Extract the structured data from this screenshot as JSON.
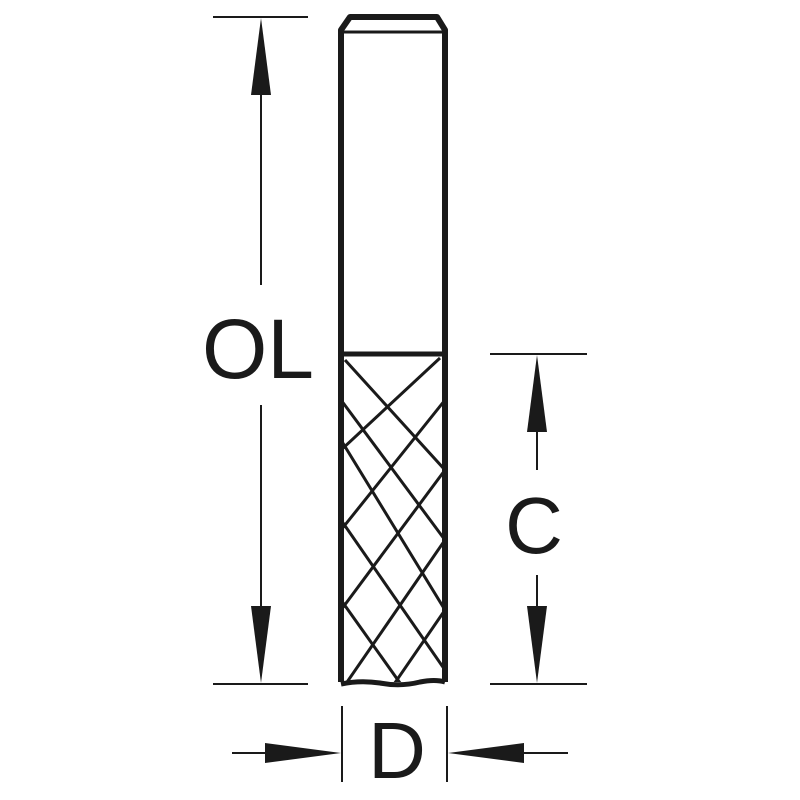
{
  "diagram": {
    "labels": {
      "overall_length": "OL",
      "cutting_length": "C",
      "diameter": "D"
    },
    "colors": {
      "line": "#1a1a1a",
      "background": "#ffffff"
    }
  }
}
